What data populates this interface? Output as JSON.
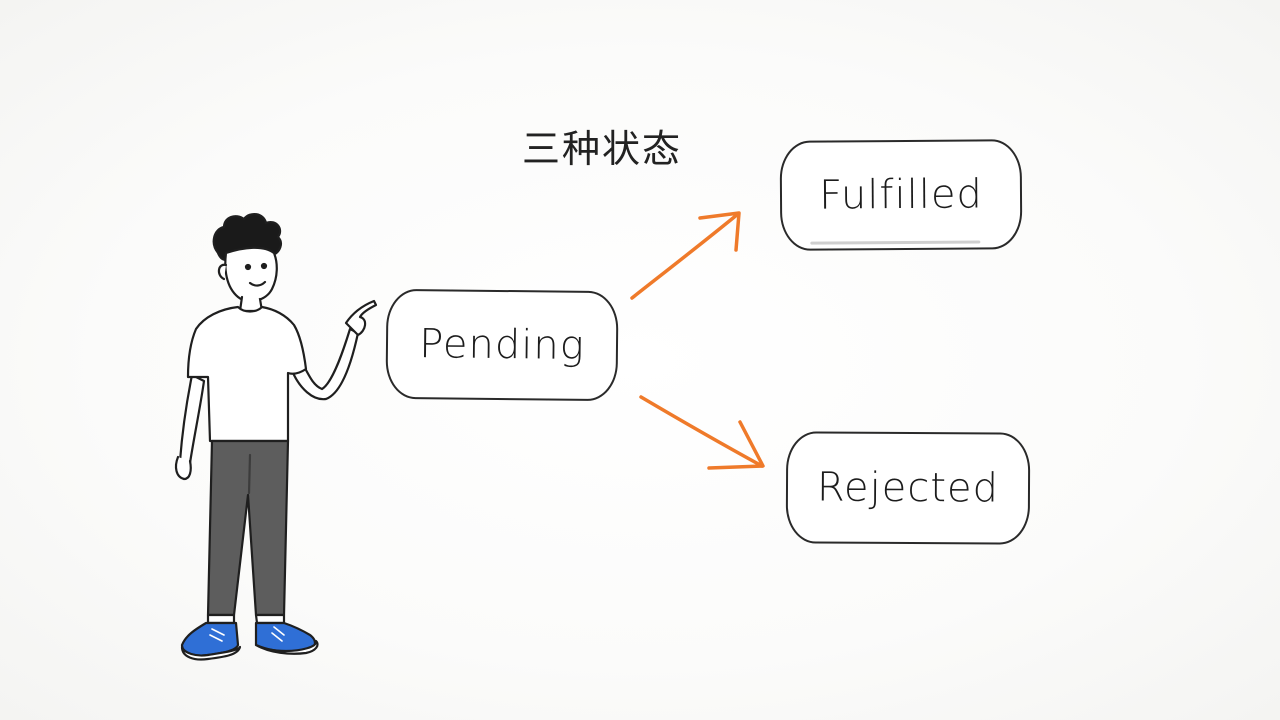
{
  "title": "三种状态",
  "states": {
    "pending": "Pending",
    "fulfilled": "Fulfilled",
    "rejected": "Rejected"
  },
  "colors": {
    "arrow": "#ef7a2a",
    "stroke": "#2a2a2a",
    "shoe": "#2f6fd6",
    "pants": "#5d5d5d"
  },
  "icons": {
    "figure": "person-pointing-illustration",
    "arrows": "arrow-right-icon"
  }
}
